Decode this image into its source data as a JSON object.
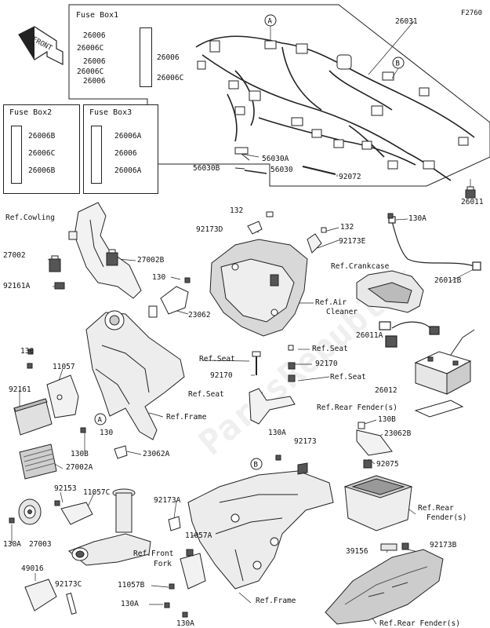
{
  "figure_code": "F2760",
  "front_label": "FRONT",
  "callouts": {
    "a": "A",
    "b": "B"
  },
  "fuse_boxes": {
    "box1": {
      "title": "Fuse Box1",
      "labels_left": [
        "26006",
        "26006C",
        "26006",
        "26006C",
        "26006"
      ],
      "labels_right": [
        "26006",
        "26006C"
      ]
    },
    "box2": {
      "title": "Fuse Box2",
      "labels": [
        "26006B",
        "26006C",
        "26006B"
      ]
    },
    "box3": {
      "title": "Fuse Box3",
      "labels": [
        "26006A",
        "26006",
        "26006A"
      ]
    }
  },
  "parts": {
    "p26031": "26031",
    "p56030a": "56030A",
    "p56030b": "56030B",
    "p56030": "56030",
    "p92072": "92072",
    "p26011": "26011",
    "p132a": "132",
    "p132b": "132",
    "p92173d": "92173D",
    "p92173e": "92173E",
    "p130a_top": "130A",
    "p26011b": "26011B",
    "ref_cowling": "Ref.Cowling",
    "p27002": "27002",
    "p27002b": "27002B",
    "p92161a": "92161A",
    "p130_top": "130",
    "p23062": "23062",
    "ref_crankcase": "Ref.Crankcase",
    "ref_air_cleaner_1": "Ref.Air",
    "ref_air_cleaner_2": "Cleaner",
    "p26011a": "26011A",
    "ref_seat_1": "Ref.Seat",
    "ref_seat_2": "Ref.Seat",
    "ref_seat_3": "Ref.Seat",
    "ref_seat_4": "Ref.Seat",
    "p92170_a": "92170",
    "p92170_b": "92170",
    "p130_left": "130",
    "p11057": "11057",
    "p92161": "92161",
    "ref_frame_1": "Ref.Frame",
    "p130b_1": "130B",
    "p130_mid": "130",
    "p23062a": "23062A",
    "p27002a": "27002A",
    "p26012": "26012",
    "ref_rear_fender_1": "Ref.Rear Fender(s)",
    "p130b_2": "130B",
    "p23062b": "23062B",
    "p92075": "92075",
    "p130a_mid": "130A",
    "p92173": "92173",
    "ref_rear_fender_2a": "Ref.Rear",
    "ref_rear_fender_2b": "Fender(s)",
    "p92153": "92153",
    "p11057c": "11057C",
    "p92173a": "92173A",
    "p11057a": "11057A",
    "p130a_left": "130A",
    "p27003": "27003",
    "ref_front_fork_1": "Ref.Front",
    "ref_front_fork_2": "Fork",
    "p39156": "39156",
    "p92173b": "92173B",
    "p49016": "49016",
    "p92173c": "92173C",
    "p11057b": "11057B",
    "p130a_bot1": "130A",
    "ref_frame_2": "Ref.Frame",
    "p130a_bot2": "130A",
    "ref_rear_fender_3": "Ref.Rear Fender(s)"
  },
  "colors": {
    "line": "#222222",
    "fill_light": "#f2f2f2",
    "fill_mid": "#cfcfcf",
    "fill_dark": "#555555",
    "watermark": "#e6e6e6"
  }
}
